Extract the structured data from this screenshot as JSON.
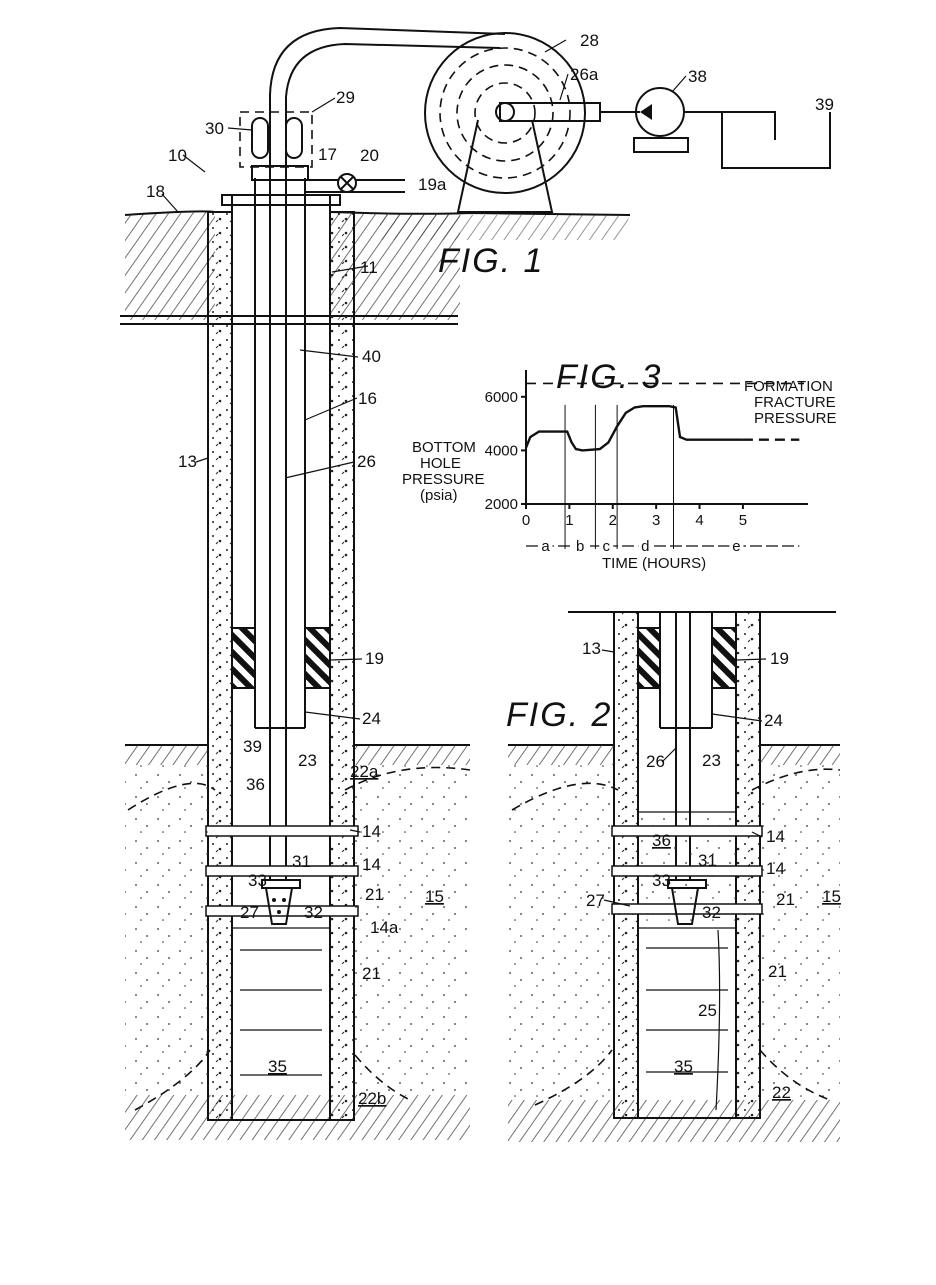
{
  "figures": {
    "fig1": {
      "title": "FIG. 1",
      "labels": [
        "10",
        "11",
        "13",
        "14",
        "14",
        "14a",
        "15",
        "16",
        "17",
        "18",
        "19",
        "19a",
        "20",
        "21",
        "21",
        "22a",
        "22b",
        "23",
        "24",
        "26",
        "26a",
        "27",
        "28",
        "29",
        "30",
        "31",
        "32",
        "33",
        "35",
        "36",
        "38",
        "39",
        "39",
        "40"
      ]
    },
    "fig2": {
      "title": "FIG. 2",
      "labels": [
        "13",
        "14",
        "14",
        "15",
        "19",
        "21",
        "21",
        "22",
        "23",
        "24",
        "25",
        "26",
        "27",
        "31",
        "32",
        "33",
        "35",
        "36"
      ]
    },
    "fig3": {
      "title": "FIG. 3",
      "ylabel": [
        "BOTTOM",
        "HOLE",
        "PRESSURE",
        "(psia)"
      ],
      "xlabel": "TIME (HOURS)",
      "yticks": [
        "6000",
        "4000",
        "2000"
      ],
      "xticks": [
        "0",
        "1",
        "2",
        "3",
        "4",
        "5"
      ],
      "phases": [
        "a",
        "b",
        "c",
        "d",
        "e"
      ],
      "annotation": [
        "FORMATION",
        "FRACTURE",
        "PRESSURE"
      ]
    }
  },
  "chart_data": {
    "type": "line",
    "title": "FIG. 3",
    "xlabel": "TIME (HOURS)",
    "ylabel": "BOTTOM HOLE PRESSURE (psia)",
    "xlim": [
      0,
      6.5
    ],
    "ylim": [
      2000,
      7000
    ],
    "series": [
      {
        "x": [
          0,
          0.1,
          0.3,
          0.95,
          1.05,
          1.15,
          1.3,
          1.7,
          1.9,
          2.1,
          2.3,
          2.5,
          2.7,
          3.3,
          3.45,
          3.55,
          3.7,
          5.0
        ],
        "y": [
          4100,
          4500,
          4700,
          4700,
          4300,
          4050,
          4000,
          4050,
          4300,
          4900,
          5400,
          5600,
          5650,
          5650,
          5600,
          4500,
          4400,
          4400
        ]
      },
      {
        "x": [
          5.0,
          6.3
        ],
        "y": [
          4400,
          4400
        ]
      }
    ],
    "reference_lines": [
      {
        "name": "FORMATION FRACTURE PRESSURE",
        "y": 6500,
        "style": "dashed"
      }
    ],
    "phase_boundaries_hours": [
      0,
      0.9,
      1.6,
      2.1,
      3.4,
      6.3
    ],
    "phase_labels": [
      "a",
      "b",
      "c",
      "d",
      "e"
    ]
  }
}
